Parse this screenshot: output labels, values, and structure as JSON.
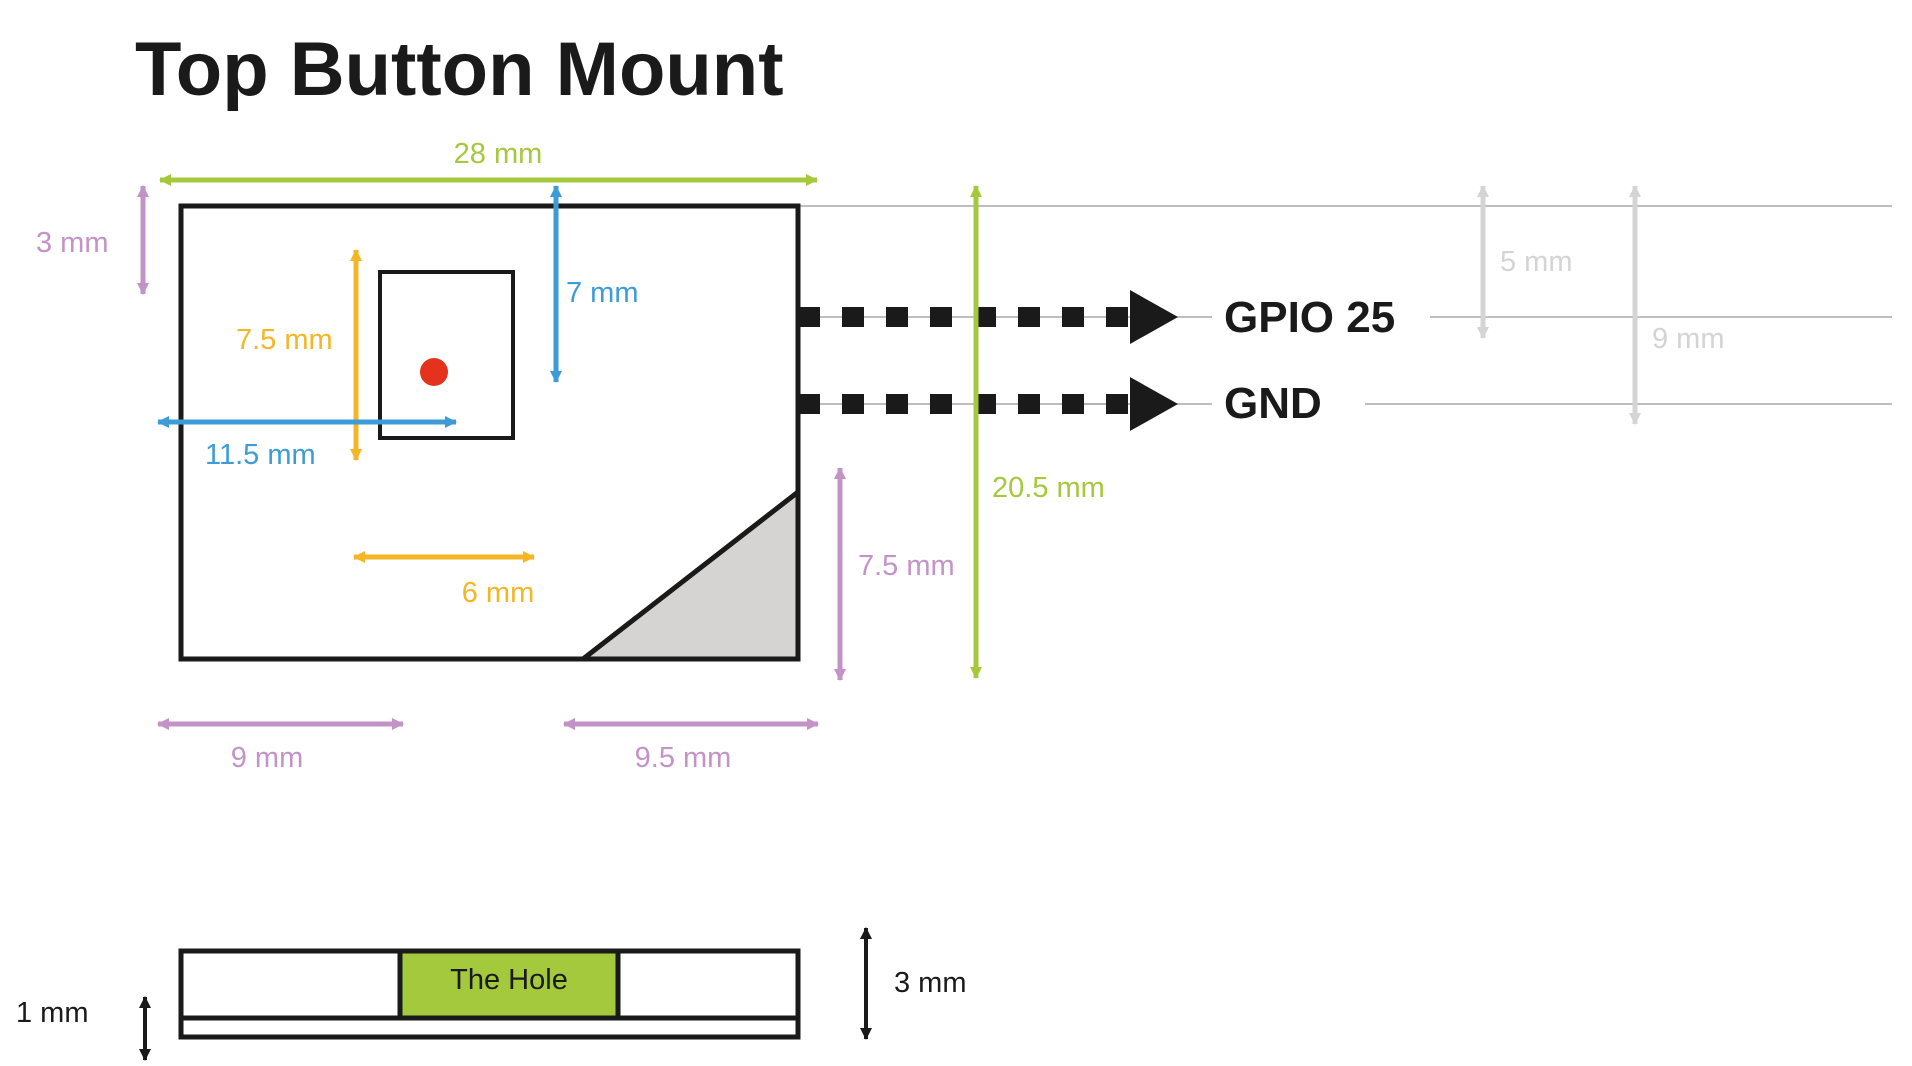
{
  "title": "Top Button Mount",
  "colors": {
    "outline": "#1a1a1a",
    "green": "#a4c93c",
    "blue": "#3d9bd7",
    "yellow": "#f4b625",
    "purple": "#c393c8",
    "gray": "#d4d4d4",
    "guide": "#a9a9a9",
    "button_dot": "#e5321c",
    "wedge_fill": "#d6d3d3",
    "hole_fill": "#a4c93c"
  },
  "dimensions": {
    "width_total": "28 mm",
    "height_total": "20.5 mm",
    "top_offset": "3 mm",
    "button_top_offset": "7 mm",
    "button_height": "7.5 mm",
    "button_left_offset": "11.5 mm",
    "button_width": "6 mm",
    "bottom_left": "9 mm",
    "bottom_right": "9.5 mm",
    "wedge_height": "7.5 mm",
    "pin_spacing": "5 mm",
    "pin_offset": "9 mm"
  },
  "pins": {
    "gpio": "GPIO 25",
    "gnd": "GND"
  },
  "side_view": {
    "hole_label": "The Hole",
    "base_thickness": "1 mm",
    "total_thickness": "3 mm"
  }
}
